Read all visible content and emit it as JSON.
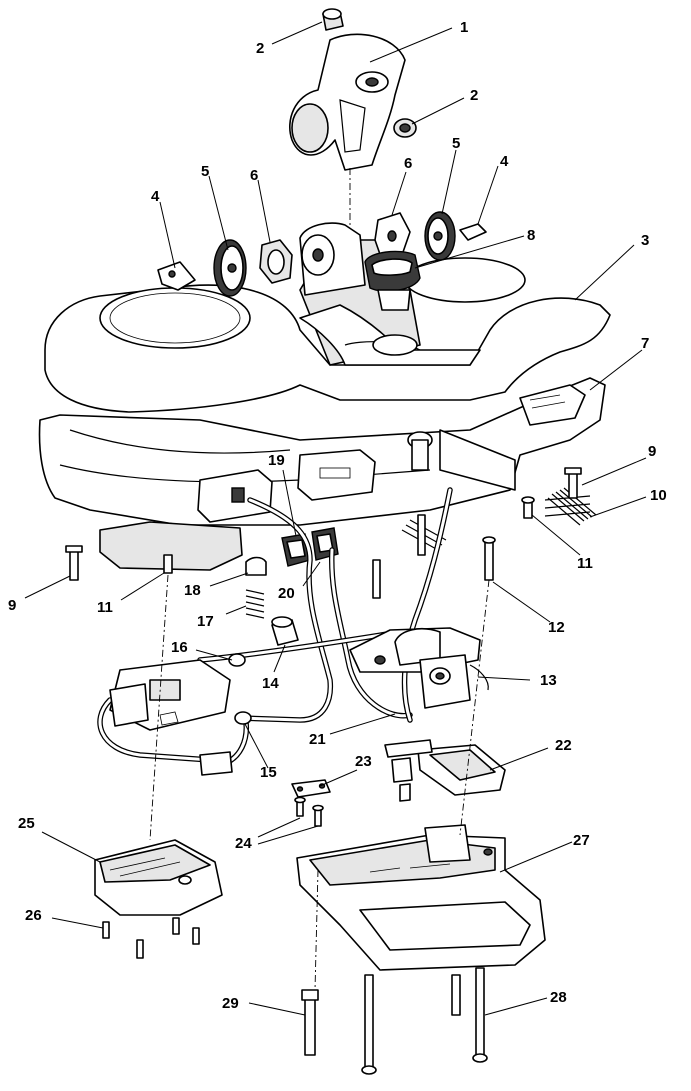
{
  "callouts": {
    "c1": "1",
    "c2a": "2",
    "c2b": "2",
    "c3": "3",
    "c4a": "4",
    "c4b": "4",
    "c5a": "5",
    "c5b": "5",
    "c6a": "6",
    "c6b": "6",
    "c7": "7",
    "c8": "8",
    "c9a": "9",
    "c9b": "9",
    "c10": "10",
    "c11a": "11",
    "c11b": "11",
    "c12": "12",
    "c13": "13",
    "c14": "14",
    "c15": "15",
    "c16": "16",
    "c17": "17",
    "c18": "18",
    "c19": "19",
    "c20": "20",
    "c21": "21",
    "c22": "22",
    "c23": "23",
    "c24": "24",
    "c25": "25",
    "c26": "26",
    "c27": "27",
    "c28": "28",
    "c29": "29"
  }
}
